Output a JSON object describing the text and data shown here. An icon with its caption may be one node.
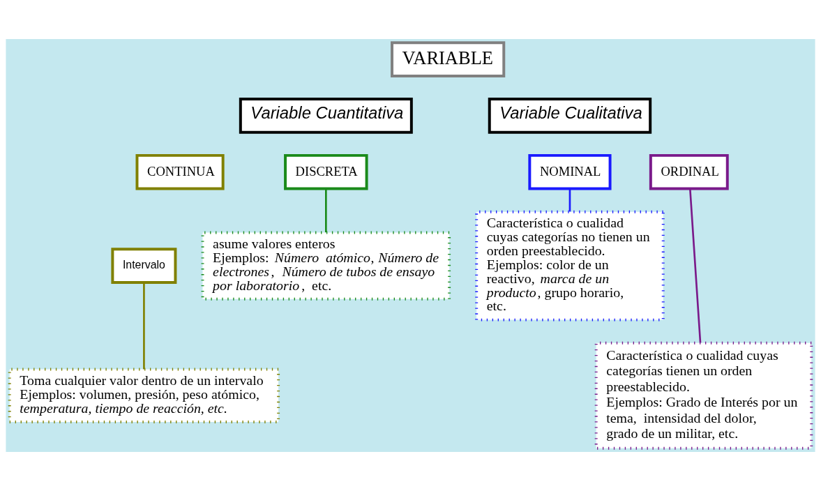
{
  "diagram": {
    "nodes": [
      {
        "text": [
          "VARIABLE"
        ]
      },
      {
        "text": [
          "Variable Cuantitativa"
        ]
      },
      {
        "text": [
          "Variable Cualitativa"
        ]
      },
      {
        "text": [
          "CONTINUA"
        ]
      },
      {
        "text": [
          "Intervalo"
        ]
      },
      {
        "text": [
          "DISCRETA"
        ]
      },
      {
        "text": [
          "NOMINAL"
        ]
      },
      {
        "text": [
          "ORDINAL"
        ]
      },
      {
        "text": [
          "asume valores enteros",
          "Ejemplos: *Número  atómico*, *Número de electrones*,  *Número de tubos de ensayo por laboratorio*,  etc."
        ]
      },
      {
        "text": [
          "Característica o cualidad cuyas categorías no tienen un orden preestablecido.",
          "Ejemplos: color de un reactivo, *marca de un producto*, grupo horario,  etc."
        ]
      },
      {
        "text": [
          "Toma cualquier valor dentro de un intervalo",
          "Ejemplos: volumen, presión, peso atómico, *temperatura, tiempo de reacción, etc.*"
        ]
      },
      {
        "text": [
          "Característica o cualidad cuyas categorías tienen un orden preestablecido.",
          "Ejemplos: Grado de Interés por un tema,  intensidad del dolor,  grado de un militar, etc."
        ]
      }
    ],
    "edges": [
      {
        "from": 4,
        "to": 10,
        "arrow": "none",
        "color": "#808000"
      },
      {
        "from": 5,
        "to": 8,
        "arrow": "none",
        "color": "#1a8a1a"
      },
      {
        "from": 6,
        "to": 9,
        "arrow": "none",
        "color": "#1a1aff"
      },
      {
        "from": 7,
        "to": 11,
        "arrow": "none",
        "color": "#7a1a8a"
      }
    ]
  }
}
